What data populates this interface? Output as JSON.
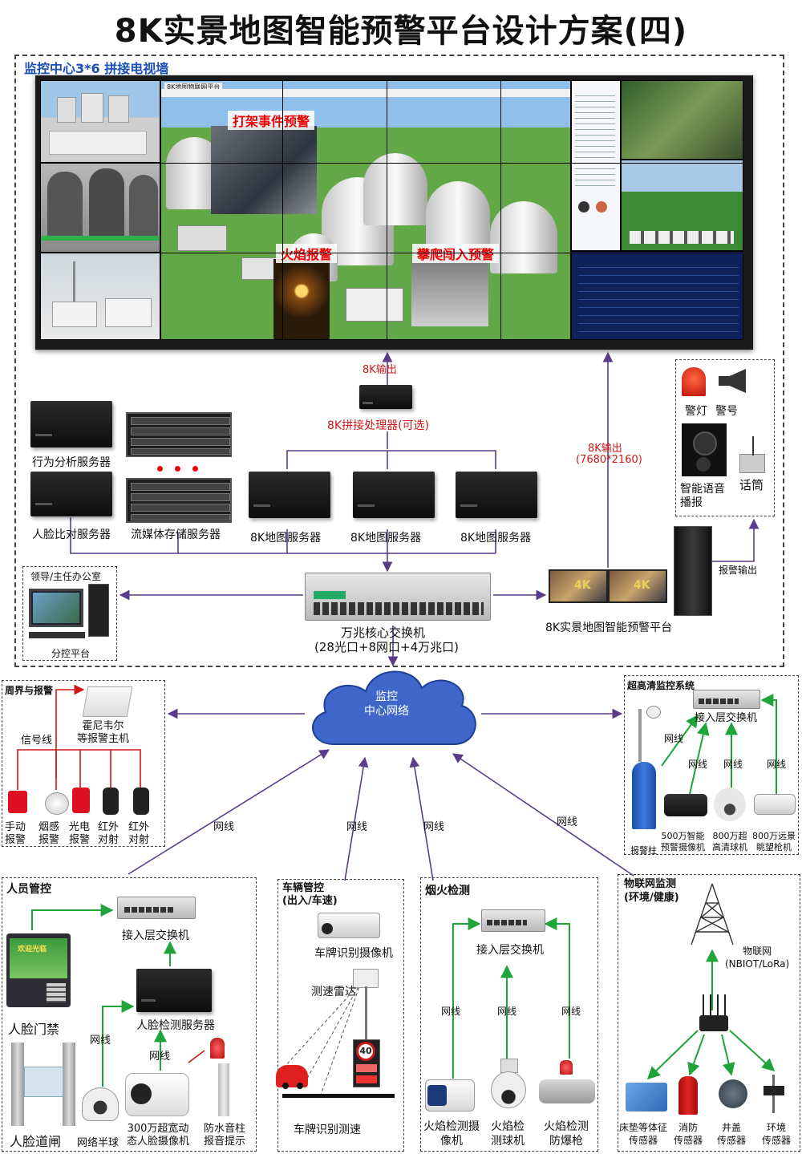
{
  "title": "8K实景地图智能预警平台设计方案(四)",
  "monitor_center": {
    "label": "监控中心3*6  拼接电视墙",
    "wall_header": "8K地图物联网平台",
    "alerts": {
      "fight": "打架事件预警",
      "fire": "火焰报警",
      "climb": "攀爬闯入预警"
    },
    "splicer": {
      "label": "8K拼接处理器(可选)",
      "output": "8K输出"
    },
    "direct_output": {
      "line1": "8K输出",
      "line2": "(7680*2160)"
    },
    "servers": {
      "behavior": "行为分析服务器",
      "face_compare": "人脸比对服务器",
      "storage": "流媒体存储服务器",
      "map1": "8K地图服务器",
      "map2": "8K地图服务器",
      "map3": "8K地图服务器"
    },
    "core_switch": {
      "line1": "万兆核心交换机",
      "line2": "(28光口+8网口+4万兆口)"
    },
    "office": {
      "label": "领导/主任办公室",
      "platform": "分控平台"
    },
    "platform": {
      "label": "8K实景地图智能预警平台",
      "alarm_out": "报警输出",
      "badge": "4K"
    },
    "alarm_devices": {
      "lamp": "警灯",
      "horn": "警号",
      "voice": "智能语音\n播报",
      "mic": "话筒"
    }
  },
  "network": {
    "cloud_line1": "监控",
    "cloud_line2": "中心网络",
    "link": "网线"
  },
  "perimeter": {
    "label": "周界与报警",
    "signal": "信号线",
    "host": "霍尼韦尔\n等报警主机",
    "devices": [
      "手动\n报警",
      "烟感\n报警",
      "光电\n报警",
      "红外\n对射",
      "红外\n对射"
    ]
  },
  "uhd": {
    "label": "超高清监控系统",
    "switch": "接入层交换机",
    "link": "网线",
    "devices": [
      "报警柱",
      "500万智能\n预警摄像机",
      "800万超\n高清球机",
      "800万远景\n眺望枪机"
    ]
  },
  "personnel": {
    "label": "人员管控",
    "switch": "接入层交换机",
    "face_server": "人脸检测服务器",
    "face_gate": "人脸门禁",
    "turnstile": "人脸道闸",
    "dome": "网络半球",
    "wide_cam": "300万超宽动\n态人脸摄像机",
    "speaker": "防水音柱\n报音提示",
    "link": "网线",
    "gate_screen": "欢迎光临"
  },
  "vehicle": {
    "label": "车辆管控\n(出入/车速)",
    "plate_cam": "车牌识别摄像机",
    "radar": "测速雷达",
    "plate_speed": "车牌识别测速",
    "speed_value": "40"
  },
  "fire": {
    "label": "烟火检测",
    "switch": "接入层交换机",
    "link": "网线",
    "devices": [
      "火焰检测摄\n像机",
      "火焰检\n测球机",
      "火焰检测\n防爆枪"
    ]
  },
  "iot": {
    "label": "物联网监测\n(环境/健康)",
    "network": "物联网\n(NBIOT/LoRa)",
    "devices": [
      "床垫等体征\n传感器",
      "消防\n传感器",
      "井盖\n传感器",
      "环境\n传感器"
    ]
  },
  "colors": {
    "arrow": "#5a3d8a",
    "green": "#1fa43a",
    "red": "#d01818",
    "blue_label": "#1a4fb8"
  }
}
